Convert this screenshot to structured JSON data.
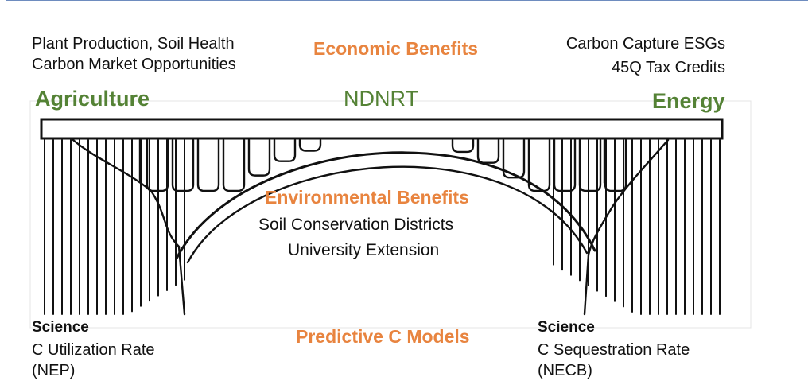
{
  "top_left": {
    "line1": "Plant Production, Soil Health",
    "line2": "Carbon Market Opportunities"
  },
  "top_center": "Economic Benefits",
  "top_right": {
    "line1": "Carbon Capture ESGs",
    "line2": "45Q Tax Credits"
  },
  "left_label": "Agriculture",
  "center_label": "NDNRT",
  "right_label": "Energy",
  "arch_text": {
    "heading": "Environmental Benefits",
    "line1": "Soil Conservation Districts",
    "line2": "University Extension"
  },
  "bottom_left": {
    "heading": "Science",
    "line1": "C Utilization Rate",
    "line2": "(NEP)"
  },
  "bottom_center": "Predictive C Models",
  "bottom_right": {
    "heading": "Science",
    "line1": "C Sequestration Rate",
    "line2": "(NECB)"
  },
  "colors": {
    "orange": "#e8843f",
    "green": "#548235",
    "frame": "#4a6fa8"
  }
}
